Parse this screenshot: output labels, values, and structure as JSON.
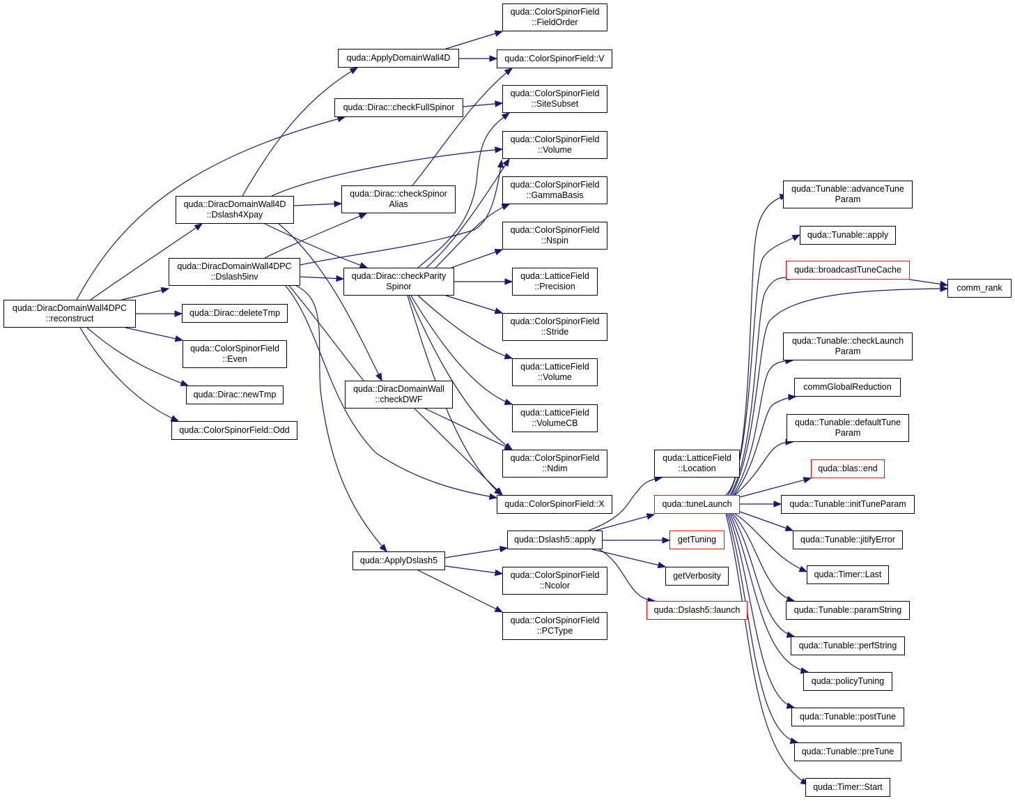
{
  "colors": {
    "edge": "#191970",
    "node_border": "#000000",
    "node_border_incomplete": "#ff0000",
    "root_fill": "#bfbfbf"
  },
  "nodes": [
    {
      "id": "root",
      "lines": [
        "quda::DiracDomainWall4DPC",
        "::reconstruct"
      ],
      "root": true
    },
    {
      "id": "applyDW4D",
      "lines": [
        "quda::ApplyDomainWall4D"
      ]
    },
    {
      "id": "checkFull",
      "lines": [
        "quda::Dirac::checkFullSpinor"
      ]
    },
    {
      "id": "dslash4xpay",
      "lines": [
        "quda::DiracDomainWall4D",
        "::Dslash4Xpay"
      ]
    },
    {
      "id": "dslash5inv",
      "lines": [
        "quda::DiracDomainWall4DPC",
        "::Dslash5inv"
      ]
    },
    {
      "id": "deleteTmp",
      "lines": [
        "quda::Dirac::deleteTmp"
      ]
    },
    {
      "id": "even",
      "lines": [
        "quda::ColorSpinorField",
        "::Even"
      ]
    },
    {
      "id": "newTmp",
      "lines": [
        "quda::Dirac::newTmp"
      ]
    },
    {
      "id": "odd",
      "lines": [
        "quda::ColorSpinorField::Odd"
      ]
    },
    {
      "id": "checkAlias",
      "lines": [
        "quda::Dirac::checkSpinor",
        "Alias"
      ]
    },
    {
      "id": "checkParity",
      "lines": [
        "quda::Dirac::checkParity",
        "Spinor"
      ]
    },
    {
      "id": "checkDWF",
      "lines": [
        "quda::DiracDomainWall",
        "::checkDWF"
      ]
    },
    {
      "id": "applyDslash5",
      "lines": [
        "quda::ApplyDslash5"
      ]
    },
    {
      "id": "fieldOrder",
      "lines": [
        "quda::ColorSpinorField",
        "::FieldOrder"
      ]
    },
    {
      "id": "csfV",
      "lines": [
        "quda::ColorSpinorField::V"
      ]
    },
    {
      "id": "siteSubset",
      "lines": [
        "quda::ColorSpinorField",
        "::SiteSubset"
      ]
    },
    {
      "id": "csfVolume",
      "lines": [
        "quda::ColorSpinorField",
        "::Volume"
      ]
    },
    {
      "id": "gammaBasis",
      "lines": [
        "quda::ColorSpinorField",
        "::GammaBasis"
      ]
    },
    {
      "id": "nspin",
      "lines": [
        "quda::ColorSpinorField",
        "::Nspin"
      ]
    },
    {
      "id": "precision",
      "lines": [
        "quda::LatticeField",
        "::Precision"
      ]
    },
    {
      "id": "stride",
      "lines": [
        "quda::ColorSpinorField",
        "::Stride"
      ]
    },
    {
      "id": "lfVolume",
      "lines": [
        "quda::LatticeField",
        "::Volume"
      ]
    },
    {
      "id": "volumeCB",
      "lines": [
        "quda::LatticeField",
        "::VolumeCB"
      ]
    },
    {
      "id": "ndim",
      "lines": [
        "quda::ColorSpinorField",
        "::Ndim"
      ]
    },
    {
      "id": "csfX",
      "lines": [
        "quda::ColorSpinorField::X"
      ]
    },
    {
      "id": "dslash5apply",
      "lines": [
        "quda::Dslash5::apply"
      ]
    },
    {
      "id": "ncolor",
      "lines": [
        "quda::ColorSpinorField",
        "::Ncolor"
      ]
    },
    {
      "id": "pctype",
      "lines": [
        "quda::ColorSpinorField",
        "::PCType"
      ]
    },
    {
      "id": "location",
      "lines": [
        "quda::LatticeField",
        "::Location"
      ]
    },
    {
      "id": "tuneLaunch",
      "lines": [
        "quda::tuneLaunch"
      ],
      "red": true
    },
    {
      "id": "getTuning",
      "lines": [
        "getTuning"
      ],
      "red": true
    },
    {
      "id": "getVerbosity",
      "lines": [
        "getVerbosity"
      ]
    },
    {
      "id": "launch",
      "lines": [
        "quda::Dslash5::launch"
      ],
      "red": true
    },
    {
      "id": "advanceTune",
      "lines": [
        "quda::Tunable::advanceTune",
        "Param"
      ]
    },
    {
      "id": "tunApply",
      "lines": [
        "quda::Tunable::apply"
      ]
    },
    {
      "id": "broadcast",
      "lines": [
        "quda::broadcastTuneCache"
      ],
      "red": true
    },
    {
      "id": "commRank",
      "lines": [
        "comm_rank"
      ]
    },
    {
      "id": "checkLaunch",
      "lines": [
        "quda::Tunable::checkLaunch",
        "Param"
      ]
    },
    {
      "id": "commGlobal",
      "lines": [
        "commGlobalReduction"
      ]
    },
    {
      "id": "defaultTune",
      "lines": [
        "quda::Tunable::defaultTune",
        "Param"
      ]
    },
    {
      "id": "blasEnd",
      "lines": [
        "quda::blas::end"
      ],
      "red": true
    },
    {
      "id": "initTune",
      "lines": [
        "quda::Tunable::initTuneParam"
      ]
    },
    {
      "id": "jitify",
      "lines": [
        "quda::Tunable::jitifyError"
      ]
    },
    {
      "id": "timerLast",
      "lines": [
        "quda::Timer::Last"
      ]
    },
    {
      "id": "paramString",
      "lines": [
        "quda::Tunable::paramString"
      ]
    },
    {
      "id": "perfString",
      "lines": [
        "quda::Tunable::perfString"
      ]
    },
    {
      "id": "policyTuning",
      "lines": [
        "quda::policyTuning"
      ]
    },
    {
      "id": "postTune",
      "lines": [
        "quda::Tunable::postTune"
      ]
    },
    {
      "id": "preTune",
      "lines": [
        "quda::Tunable::preTune"
      ]
    },
    {
      "id": "timerStart",
      "lines": [
        "quda::Timer::Start"
      ]
    }
  ]
}
